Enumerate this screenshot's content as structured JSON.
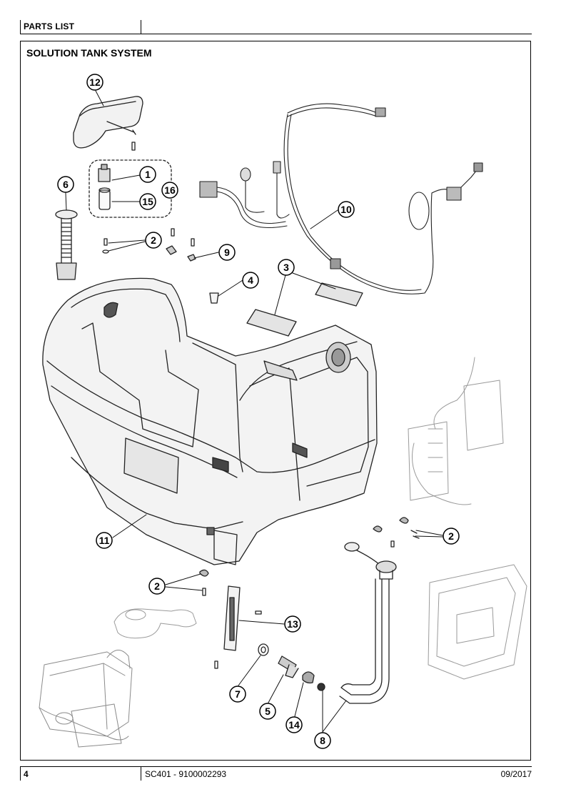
{
  "header": {
    "title": "PARTS LIST"
  },
  "section": {
    "title": "SOLUTION TANK SYSTEM"
  },
  "callouts": [
    {
      "id": "callout-12",
      "label": "12"
    },
    {
      "id": "callout-1",
      "label": "1"
    },
    {
      "id": "callout-16",
      "label": "16"
    },
    {
      "id": "callout-15",
      "label": "15"
    },
    {
      "id": "callout-6",
      "label": "6"
    },
    {
      "id": "callout-2-a",
      "label": "2"
    },
    {
      "id": "callout-9",
      "label": "9"
    },
    {
      "id": "callout-10",
      "label": "10"
    },
    {
      "id": "callout-3",
      "label": "3"
    },
    {
      "id": "callout-4",
      "label": "4"
    },
    {
      "id": "callout-11",
      "label": "11"
    },
    {
      "id": "callout-2-b",
      "label": "2"
    },
    {
      "id": "callout-2-c",
      "label": "2"
    },
    {
      "id": "callout-13",
      "label": "13"
    },
    {
      "id": "callout-7",
      "label": "7"
    },
    {
      "id": "callout-5",
      "label": "5"
    },
    {
      "id": "callout-14",
      "label": "14"
    },
    {
      "id": "callout-8",
      "label": "8"
    }
  ],
  "footer": {
    "page": "4",
    "model": "SC401 - 9100002293",
    "date": "09/2017"
  }
}
